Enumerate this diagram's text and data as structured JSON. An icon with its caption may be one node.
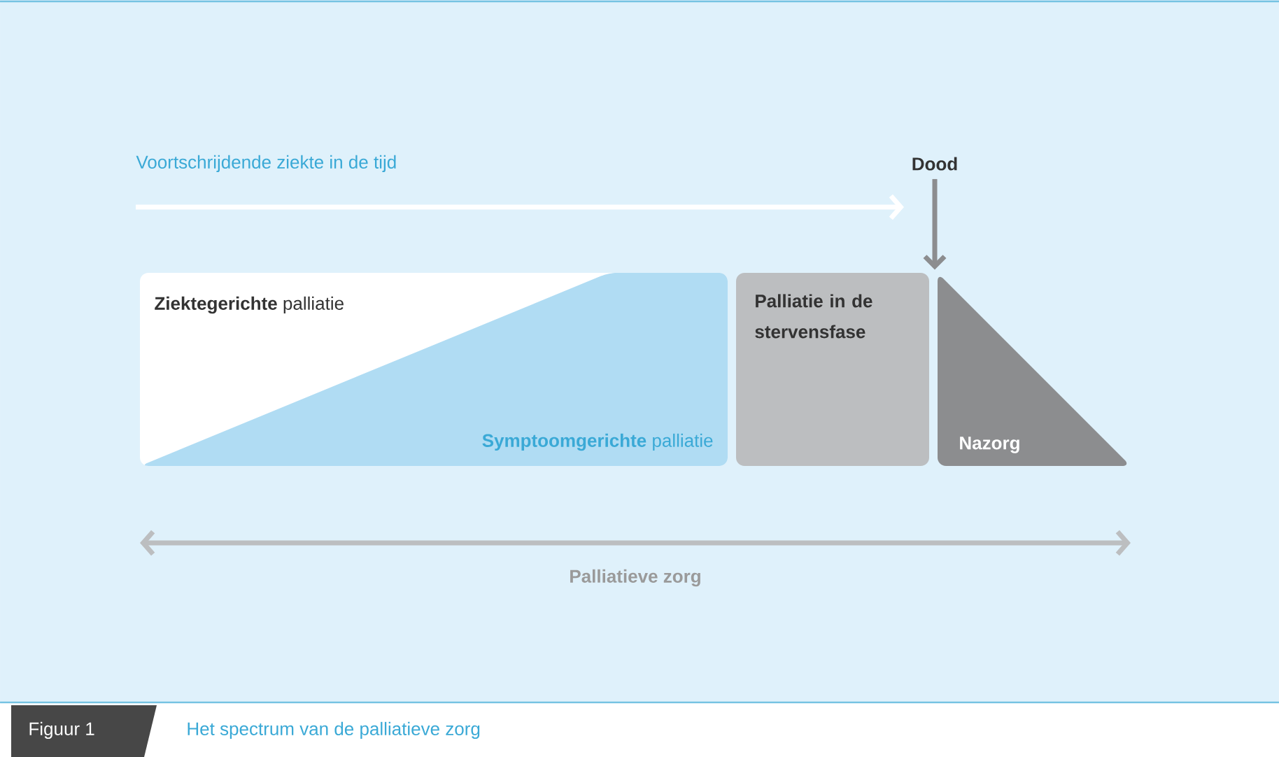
{
  "diagram": {
    "caption": "Het spectrum van de palliatieve zorg",
    "nodes": [
      {
        "text": [
          "**Ziektegerichte** palliatie",
          "**Symptoomgerichte** palliatie"
        ]
      },
      {
        "text": [
          "Palliatie in de stervensfase"
        ]
      },
      {
        "text": [
          "Nazorg"
        ]
      },
      {
        "text": [
          "Dood"
        ]
      }
    ],
    "edges": [
      {
        "from": 3,
        "to": 2,
        "arrow": "to"
      }
    ],
    "labels": [
      "Voortschrijdende ziekte in de tijd",
      "Palliatieve zorg",
      "Figuur 1"
    ]
  }
}
